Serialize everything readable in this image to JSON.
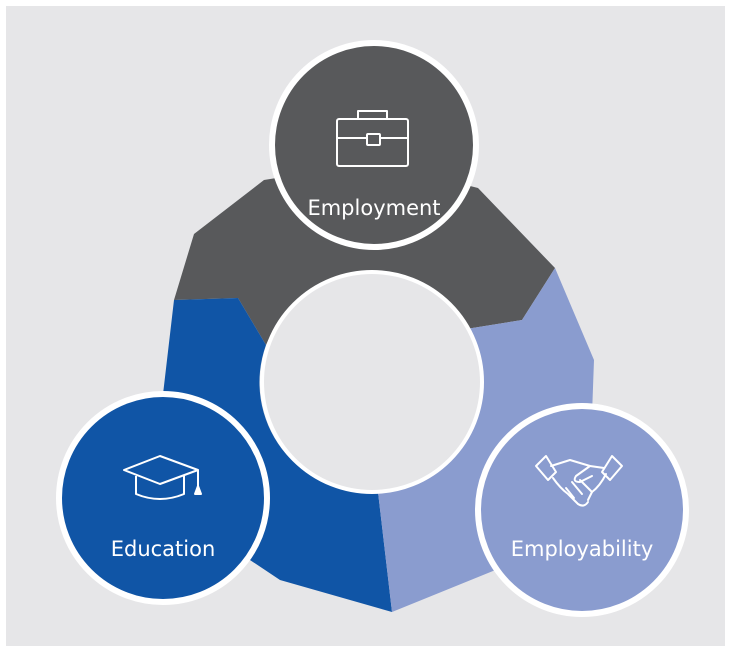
{
  "colors": {
    "background": "#e6e6e8",
    "employment": "#58595b",
    "education": "#1055a6",
    "employability": "#8a9ccf",
    "circle_border": "#ffffff",
    "center": "#e6e6e8"
  },
  "nodes": {
    "employment": {
      "label": "Employment",
      "icon": "briefcase-icon"
    },
    "education": {
      "label": "Education",
      "icon": "graduation-cap-icon"
    },
    "employability": {
      "label": "Employability",
      "icon": "handshake-icon"
    }
  }
}
